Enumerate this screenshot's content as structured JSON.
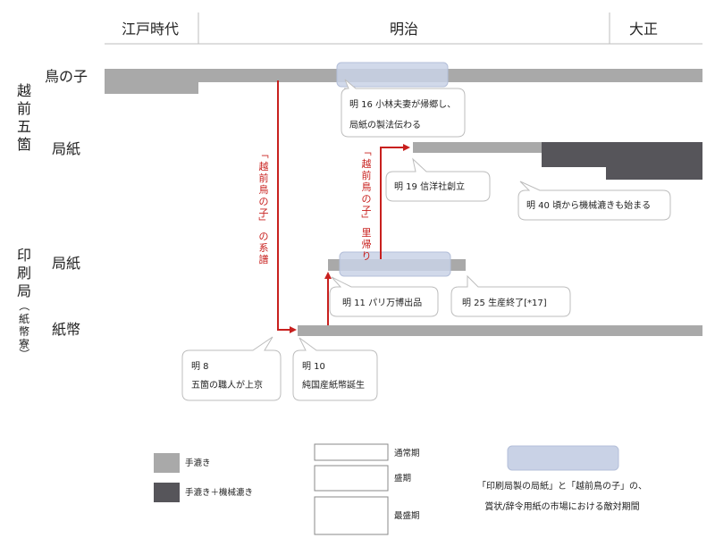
{
  "eras": {
    "edo": "江戸時代",
    "meiji": "明治",
    "taisho": "大正"
  },
  "groups": {
    "echizen": [
      "越",
      "前",
      "五",
      "箇"
    ],
    "insatsu": [
      "印",
      "刷",
      "局"
    ],
    "insatsu_sub": [
      "（",
      "紙",
      "幣",
      "寮",
      "）"
    ]
  },
  "rows": {
    "torinoko": "鳥の子",
    "kyokushi_echizen": "局紙",
    "kyokushi_insatsu": "局紙",
    "shihei": "紙幣"
  },
  "callouts": {
    "m16_line1": "明 16  小林夫妻が帰郷し、",
    "m16_line2": "局紙の製法伝わる",
    "m19": "明 19  信洋社創立",
    "m40": "明 40 頃から機械漉きも始まる",
    "m11": "明 11  パリ万博出品",
    "m25": "明 25  生産終了[*17]",
    "m8_line1": "明 8",
    "m8_line2": "五箇の職人が上京",
    "m10_line1": "明 10",
    "m10_line2": "純国産紙幣誕生"
  },
  "red_labels": {
    "lineage": [
      "「",
      "越",
      "前",
      "鳥",
      "の",
      "子",
      "」",
      "の",
      "系",
      "譜"
    ],
    "return": [
      "「",
      "越",
      "前",
      "鳥",
      "の",
      "子",
      "」",
      "里",
      "帰",
      "り"
    ]
  },
  "legend": {
    "hand": "手漉き",
    "hand_machine": "手漉き＋機械漉き",
    "normal": "通常期",
    "peak": "盛期",
    "top_peak": "最盛期",
    "rivalry_line1": "「印刷局製の局紙」と「越前鳥の子」の、",
    "rivalry_line2": "賞状/辞令用紙の市場における敵対期間"
  },
  "colors": {
    "hand": "#a9a9a9",
    "hand_machine": "#56555a",
    "rivalry": "#c9d2e6",
    "arrow": "#c8201e"
  }
}
